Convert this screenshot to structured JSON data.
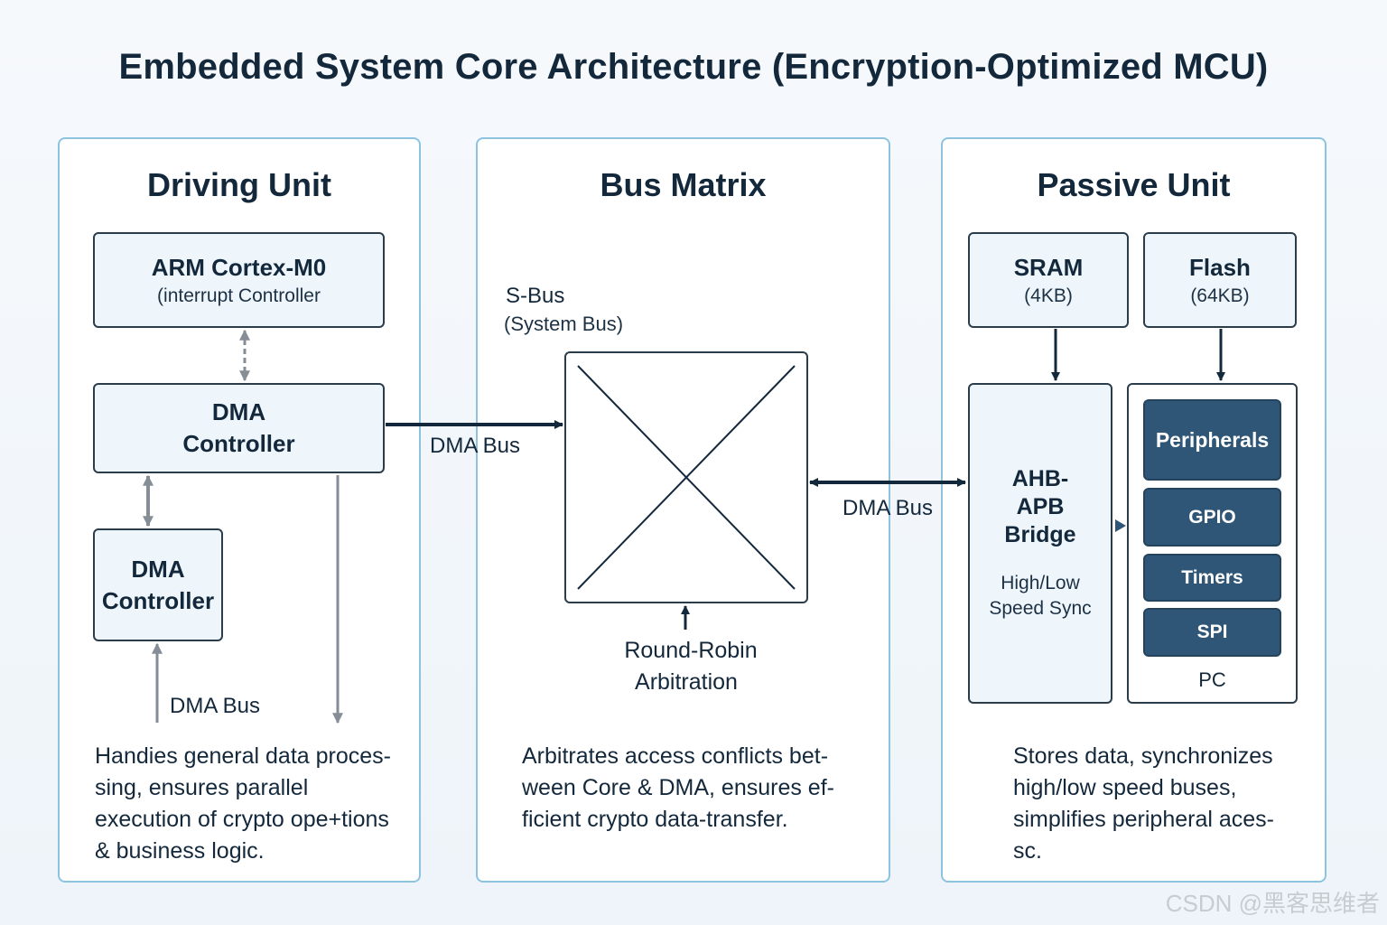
{
  "title": "Embedded System Core Architecture (Encryption-Optimized MCU)",
  "driving_unit": {
    "title": "Driving Unit",
    "cpu": {
      "name": "ARM Cortex-M0",
      "sub": "(interrupt Controller"
    },
    "dma_top": {
      "line1": "DMA",
      "line2": "Controller"
    },
    "dma_bottom": {
      "line1": "DMA",
      "line2": "Controller"
    },
    "dma_bus_label": "DMA Bus",
    "description": [
      "Handies general data proces-",
      "sing, ensures parallel",
      "execution of crypto ope+tions",
      "& business logic."
    ]
  },
  "bus_matrix": {
    "title": "Bus Matrix",
    "sbus_line1": "S-Bus",
    "sbus_line2": "(System Bus)",
    "dma_bus_left": "DMA Bus",
    "dma_bus_right": "DMA Bus",
    "arbitration_line1": "Round-Robin",
    "arbitration_line2": "Arbitration",
    "description": [
      "Arbitrates access conflicts bet-",
      "ween Core & DMA, ensures ef-",
      "ficient crypto data-transfer."
    ]
  },
  "passive_unit": {
    "title": "Passive Unit",
    "sram": {
      "name": "SRAM",
      "size": "(4KB)"
    },
    "flash": {
      "name": "Flash",
      "size": "(64KB)"
    },
    "bridge": {
      "line1": "AHB-",
      "line2": "APB",
      "line3": "Bridge",
      "sub1": "High/Low",
      "sub2": "Speed Sync"
    },
    "peripherals": [
      "Peripherals",
      "GPIO",
      "Timers",
      "SPI"
    ],
    "pc_label": "PC",
    "description": [
      "Stores data, synchronizes",
      "high/low speed buses,",
      "simplifies peripheral aces-",
      "sc."
    ]
  },
  "watermark": "CSDN @黑客思维者",
  "colors": {
    "panel_border": "#8cc4e0",
    "box_fill": "#eef6fc",
    "dark_fill": "#2f5676",
    "arrow_dark": "#14283c",
    "arrow_gray": "#858d96"
  }
}
